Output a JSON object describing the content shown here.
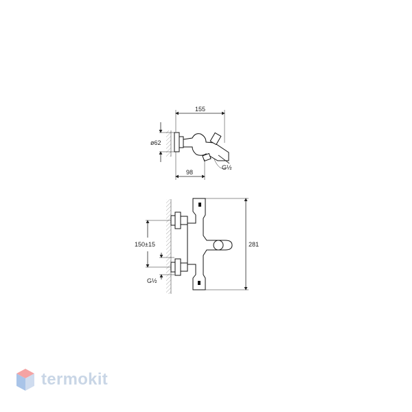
{
  "top_view": {
    "width_dim": "155",
    "diameter_dim": "ø62",
    "depth_dim": "98",
    "thread_label": "G½"
  },
  "front_view": {
    "height_dim": "281",
    "spacing_dim": "150±15",
    "thread_label": "G½"
  },
  "watermark": {
    "brand": "termokit",
    "colors": {
      "logo_top": "#f4a3a3",
      "logo_left": "#a9c4e8",
      "logo_right": "#cfdcef",
      "text": "#c9d6e6"
    }
  }
}
